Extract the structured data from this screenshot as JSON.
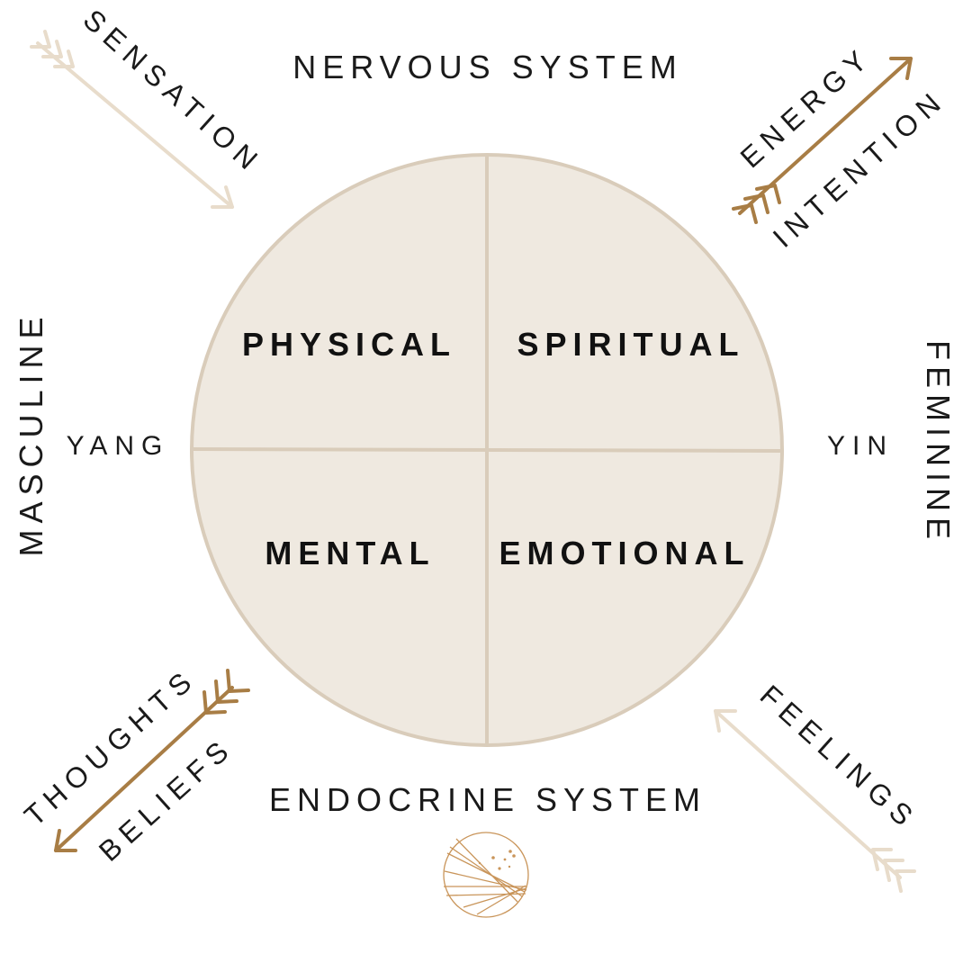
{
  "colors": {
    "circle_fill": "#efe9e0",
    "circle_stroke": "#d9ccba",
    "arrow_light": "#e8dccb",
    "arrow_gold": "#a87d45",
    "text": "#1a1a1a"
  },
  "labels": {
    "top": "NERVOUS SYSTEM",
    "bottom": "ENDOCRINE SYSTEM",
    "left_vertical": "MASCULINE",
    "right_vertical": "FEMININE",
    "left_short": "YANG",
    "right_short": "YIN"
  },
  "quadrants": {
    "top_left": "PHYSICAL",
    "top_right": "SPIRITUAL",
    "bottom_left": "MENTAL",
    "bottom_right": "EMOTIONAL"
  },
  "arrows": {
    "top_left": {
      "label": "SENSATION",
      "icon": "arrow-light-icon"
    },
    "top_right": {
      "label_1": "ENERGY",
      "label_2": "INTENTION",
      "icon": "arrow-gold-icon"
    },
    "bottom_left": {
      "label_1": "THOUGHTS",
      "label_2": "BELIEFS",
      "icon": "arrow-gold-icon"
    },
    "bottom_right": {
      "label": "FEELINGS",
      "icon": "arrow-light-icon"
    }
  },
  "logo": {
    "icon": "brand-logo-icon"
  }
}
